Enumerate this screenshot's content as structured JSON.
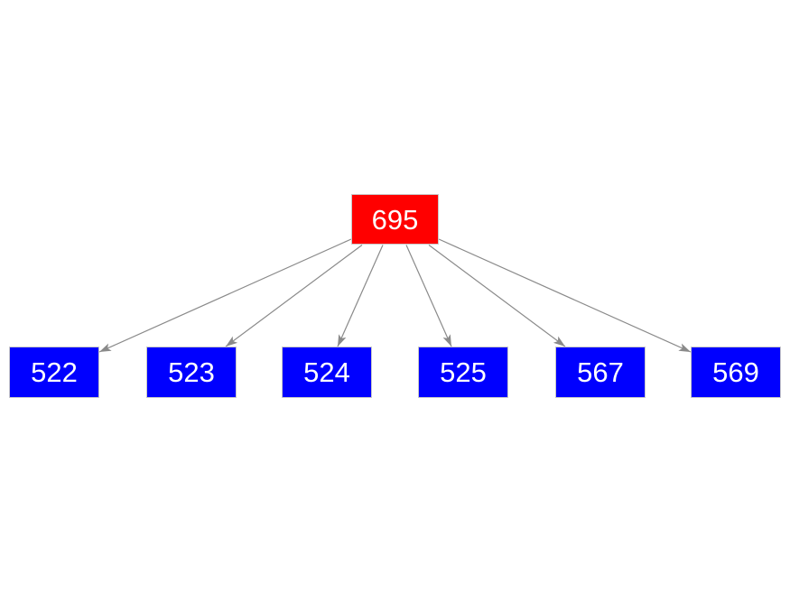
{
  "diagram": {
    "type": "tree-graph",
    "background": "#ffffff",
    "root": {
      "id": "695",
      "label": "695",
      "fill": "#ff0000",
      "text_color": "#ffffff"
    },
    "children": [
      {
        "id": "522",
        "label": "522"
      },
      {
        "id": "523",
        "label": "523"
      },
      {
        "id": "524",
        "label": "524"
      },
      {
        "id": "525",
        "label": "525"
      },
      {
        "id": "567",
        "label": "567"
      },
      {
        "id": "569",
        "label": "569"
      }
    ],
    "child_style": {
      "fill": "#0000ff",
      "text_color": "#ffffff",
      "border_color": "#c9c9c9"
    },
    "edges": [
      {
        "from": "695",
        "to": "522"
      },
      {
        "from": "695",
        "to": "523"
      },
      {
        "from": "695",
        "to": "524"
      },
      {
        "from": "695",
        "to": "525"
      },
      {
        "from": "695",
        "to": "567"
      },
      {
        "from": "695",
        "to": "569"
      }
    ],
    "edge_style": {
      "color": "#8a8a8a",
      "arrowhead": "stealth"
    }
  }
}
